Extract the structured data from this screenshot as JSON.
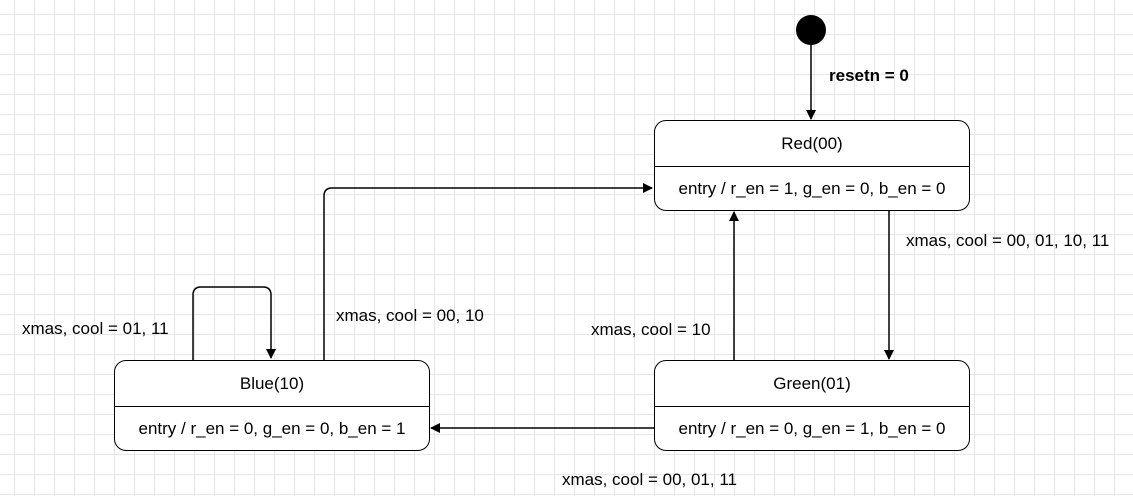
{
  "states": {
    "red": {
      "name": "Red(00)",
      "action": "entry / r_en = 1, g_en = 0, b_en = 0"
    },
    "green": {
      "name": "Green(01)",
      "action": "entry / r_en = 0, g_en = 1, b_en = 0"
    },
    "blue": {
      "name": "Blue(10)",
      "action": "entry / r_en = 0, g_en = 0, b_en = 1"
    }
  },
  "transitions": {
    "initial": {
      "label": "resetn = 0"
    },
    "red_to_green": {
      "label": "xmas, cool = 00, 01, 10, 11"
    },
    "green_to_red": {
      "label": "xmas, cool = 10"
    },
    "green_to_blue": {
      "label": "xmas, cool = 00, 01, 11"
    },
    "blue_to_red": {
      "label": "xmas, cool = 00, 10"
    },
    "blue_self": {
      "label": "xmas, cool = 01, 11"
    }
  },
  "colors": {
    "line": "#000000",
    "grid": "#e6e6e6",
    "background": "#ffffff"
  }
}
